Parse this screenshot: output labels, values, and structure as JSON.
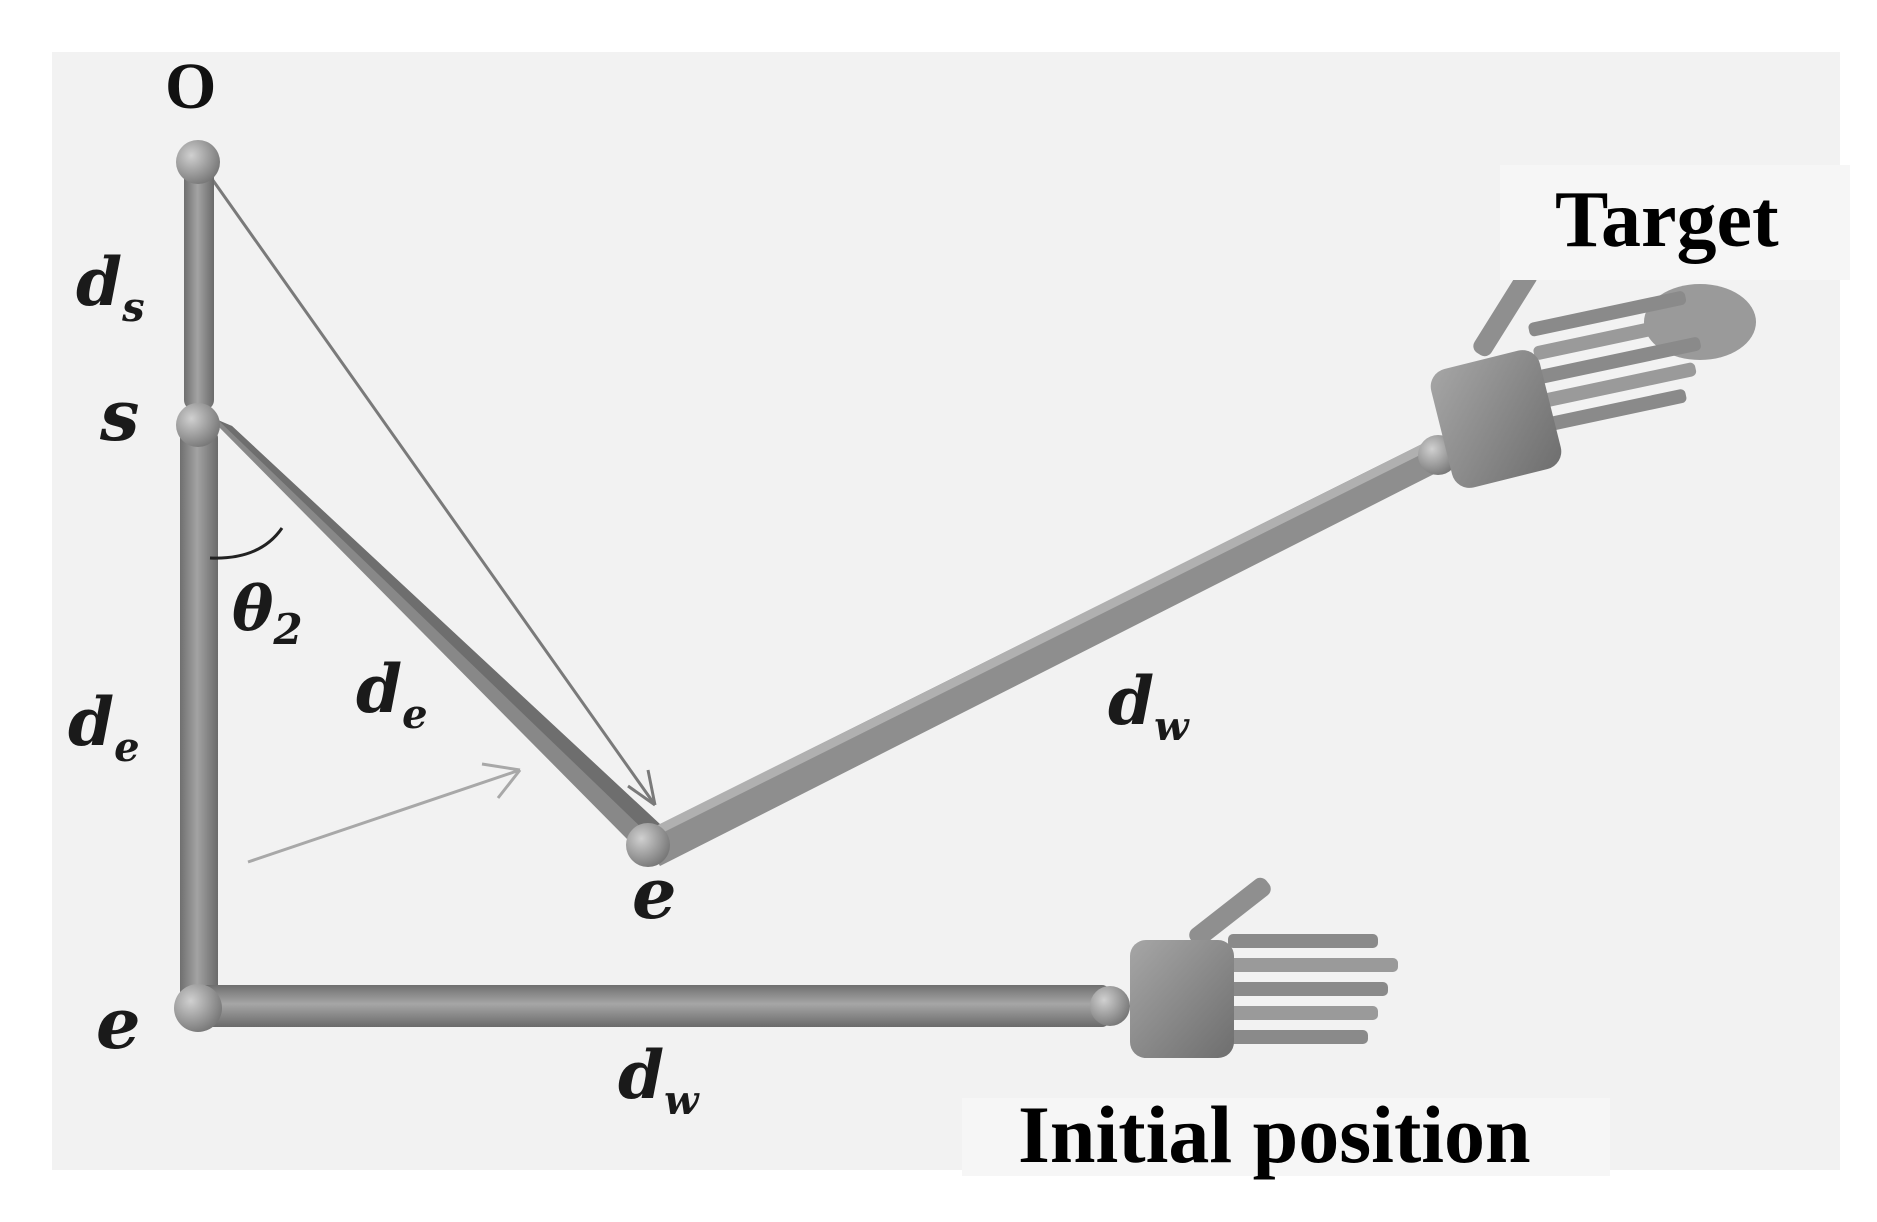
{
  "labels": {
    "origin": "O",
    "shoulder": "s",
    "elbow_initial": "e",
    "elbow_target": "e",
    "d": "d",
    "sub_s": "s",
    "sub_e": "e",
    "sub_w": "w",
    "theta": "θ",
    "theta_sub": "2",
    "target": "Target",
    "initial_position": "Initial position"
  },
  "colors": {
    "background": "#f2f2f2",
    "link_fill": "#8c8c8c",
    "link_dark": "#6e6e6e",
    "joint": "#9a9a9a",
    "line": "#7a7a7a",
    "arrow": "#a8a8a8"
  }
}
